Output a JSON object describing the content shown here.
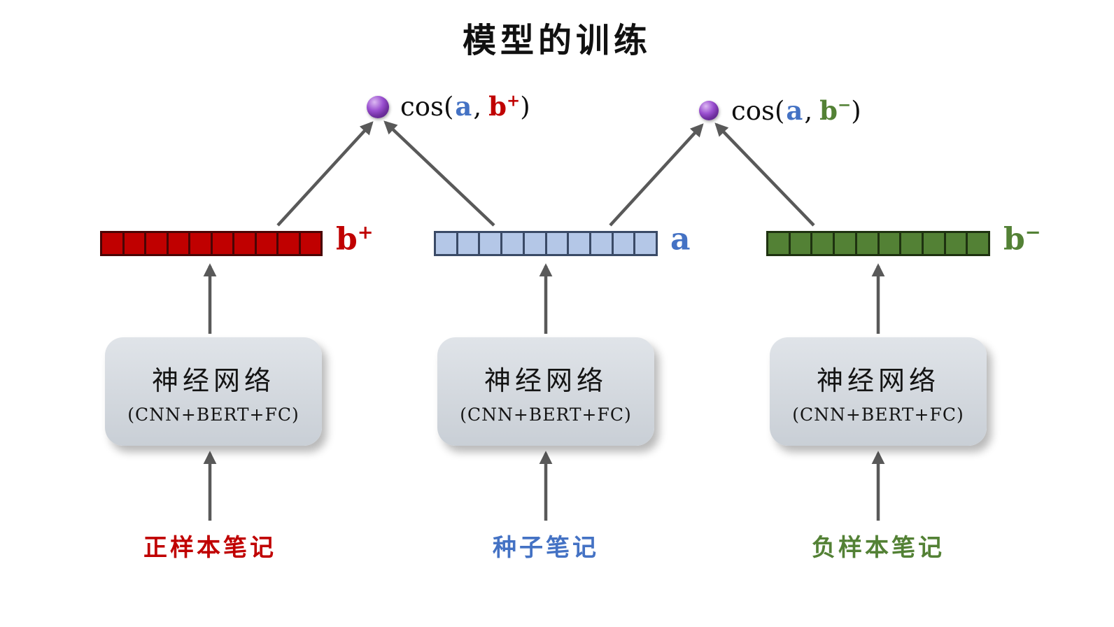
{
  "title": "模型的训练",
  "arrow_color": "#595959",
  "colors": {
    "seed": "#4472c4",
    "positive": "#c00000",
    "negative": "#538135",
    "dot": "#7030a0"
  },
  "similarity_nodes": [
    {
      "func": "cos(",
      "arg1": "a",
      "comma": ",",
      "arg2_base": "b",
      "arg2_sup": "+",
      "close": ")"
    },
    {
      "func": "cos(",
      "arg1": "a",
      "comma": ",",
      "arg2_base": "b",
      "arg2_sup": "−",
      "close": ")"
    }
  ],
  "columns": [
    {
      "id": "positive",
      "vector": {
        "cells": 10,
        "fill": "#c00000",
        "border": "#4a0505",
        "label_base": "b",
        "label_sup": "+",
        "label_color": "#c00000"
      },
      "network": {
        "title": "神经网络",
        "subtitle": "(CNN+BERT+FC)"
      },
      "input": {
        "label": "正样本笔记",
        "color": "#c00000"
      }
    },
    {
      "id": "seed",
      "vector": {
        "cells": 10,
        "fill": "#b4c7e7",
        "border": "#3a4a66",
        "label_base": "a",
        "label_sup": "",
        "label_color": "#4472c4"
      },
      "network": {
        "title": "神经网络",
        "subtitle": "(CNN+BERT+FC)"
      },
      "input": {
        "label": "种子笔记",
        "color": "#4472c4"
      }
    },
    {
      "id": "negative",
      "vector": {
        "cells": 10,
        "fill": "#538135",
        "border": "#1e3210",
        "label_base": "b",
        "label_sup": "−",
        "label_color": "#538135"
      },
      "network": {
        "title": "神经网络",
        "subtitle": "(CNN+BERT+FC)"
      },
      "input": {
        "label": "负样本笔记",
        "color": "#538135"
      }
    }
  ]
}
